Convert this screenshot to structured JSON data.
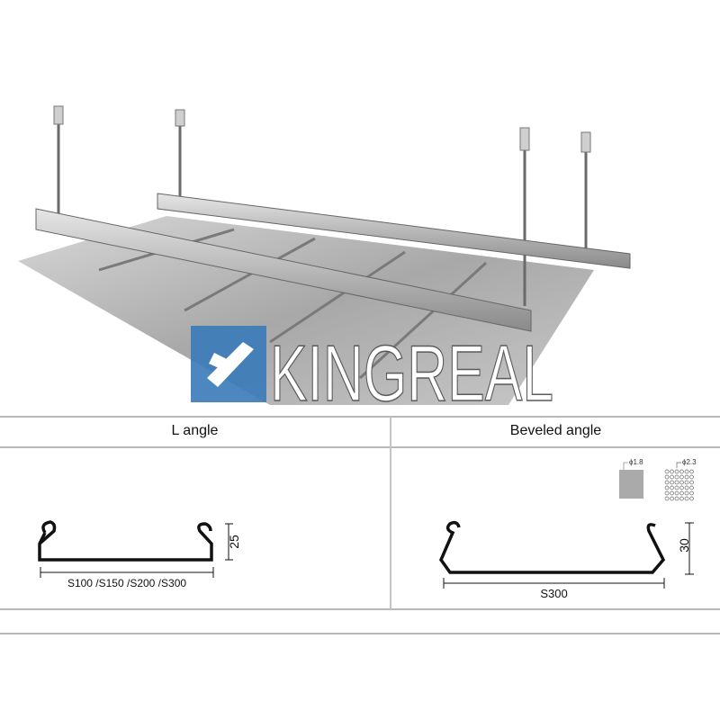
{
  "brand": {
    "logo_text": "KINGREAL",
    "color": "#3a7ab8"
  },
  "table": {
    "columns": [
      {
        "title": "L angle",
        "width_label": "S100 /S150 /S200 /S300",
        "height_label": "25"
      },
      {
        "title": "Beveled angle",
        "width_label": "S300",
        "height_label": "30",
        "hole_patterns": [
          {
            "label": "ϕ1.8"
          },
          {
            "label": "ϕ2.3"
          }
        ]
      }
    ]
  }
}
